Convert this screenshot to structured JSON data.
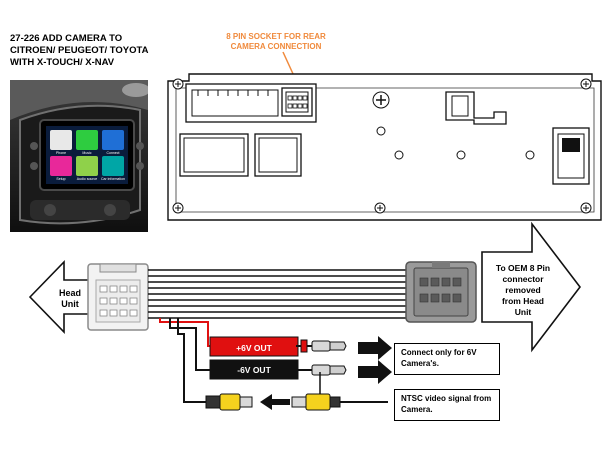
{
  "title": {
    "line1": "27-226 ADD CAMERA TO",
    "line2": "CITROEN/ PEUGEOT/ TOYOTA",
    "line3": "WITH X-TOUCH/ X-NAV"
  },
  "socket_label": {
    "line1": "8 PIN SOCKET FOR REAR",
    "line2": "CAMERA CONNECTION"
  },
  "screen_tiles": [
    {
      "label": "Phone"
    },
    {
      "label": "Music"
    },
    {
      "label": "Connect"
    },
    {
      "label": "Setup"
    },
    {
      "label": "Audio source"
    },
    {
      "label": "Car information"
    }
  ],
  "head_unit": {
    "line1": "Head",
    "line2": "Unit"
  },
  "oem_label": {
    "line1": "To OEM 8 Pin",
    "line2": "connector",
    "line3": "removed",
    "line4": "from Head",
    "line5": "Unit"
  },
  "power": {
    "positive": "+6V OUT",
    "negative": "-6V OUT"
  },
  "notes": {
    "camera_power": {
      "line1": "Connect only for 6V",
      "line2": "Camera's."
    },
    "video": {
      "line1": "NTSC  video signal from",
      "line2": "Camera."
    }
  },
  "colors": {
    "orange": "#f08a3c",
    "red": "#e01010",
    "yellow": "#f5d21e",
    "wire": "#111111"
  }
}
